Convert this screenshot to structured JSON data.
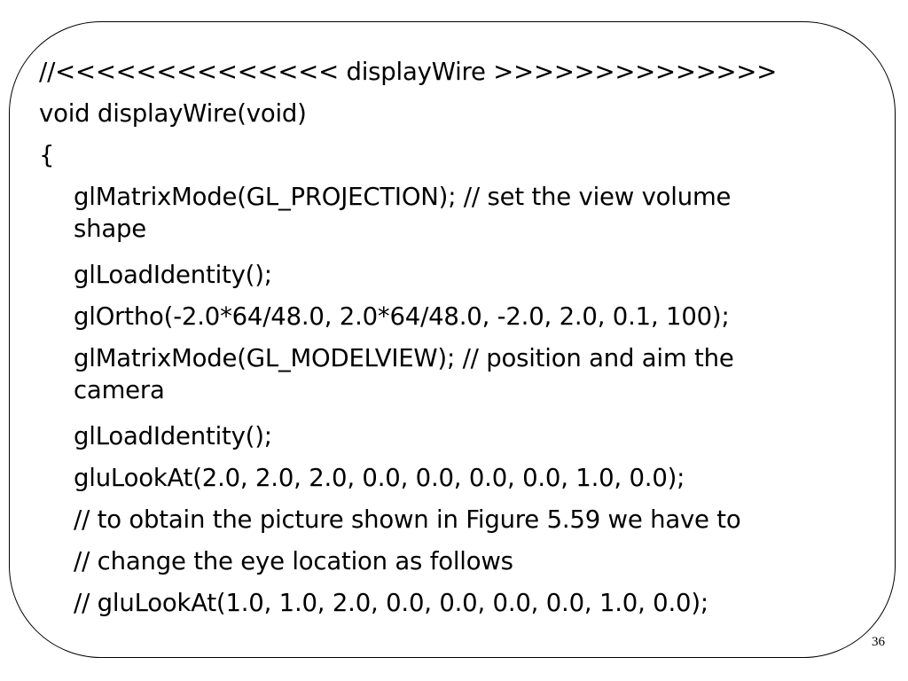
{
  "slide": {
    "lines": [
      "//<<<<<<<<<<<<<< displayWire >>>>>>>>>>>>>>",
      "void displayWire(void)",
      "{",
      "glMatrixMode(GL_PROJECTION); // set the view volume",
      "shape",
      "glLoadIdentity();",
      "glOrtho(-2.0*64/48.0, 2.0*64/48.0, -2.0, 2.0, 0.1, 100);",
      "glMatrixMode(GL_MODELVIEW); // position and aim the",
      "camera",
      "glLoadIdentity();",
      "gluLookAt(2.0, 2.0, 2.0, 0.0, 0.0, 0.0, 0.0, 1.0, 0.0);",
      "// to obtain the picture shown in Figure 5.59 we have to",
      "// change the eye location as follows",
      "// gluLookAt(1.0, 1.0, 2.0, 0.0, 0.0, 0.0, 0.0, 1.0, 0.0);"
    ],
    "page_number": "36"
  }
}
